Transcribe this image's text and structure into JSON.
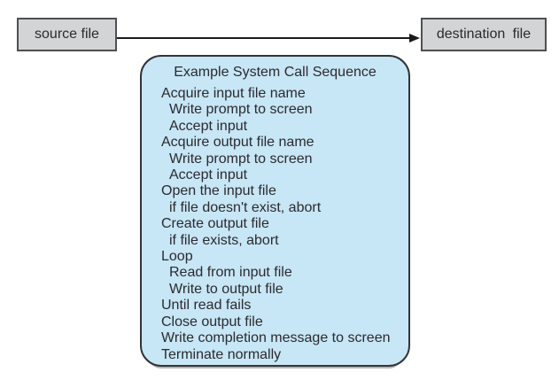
{
  "diagram": {
    "source_box": {
      "label": "source file"
    },
    "destination_box": {
      "label": "destination file"
    },
    "arrow": {
      "direction": "right",
      "color": "#1a1a1a"
    },
    "callout": {
      "title": "Example System Call Sequence",
      "lines": [
        {
          "text": "Acquire input file name",
          "indent": 0
        },
        {
          "text": "Write prompt to screen",
          "indent": 1
        },
        {
          "text": "Accept input",
          "indent": 1
        },
        {
          "text": "Acquire output file name",
          "indent": 0
        },
        {
          "text": "Write prompt to screen",
          "indent": 1
        },
        {
          "text": "Accept input",
          "indent": 1
        },
        {
          "text": "Open the input file",
          "indent": 0
        },
        {
          "text": "if file doesn't exist, abort",
          "indent": 1
        },
        {
          "text": "Create output file",
          "indent": 0
        },
        {
          "text": "if file exists, abort",
          "indent": 1
        },
        {
          "text": "Loop",
          "indent": 0
        },
        {
          "text": "Read from input file",
          "indent": 1
        },
        {
          "text": "Write to output file",
          "indent": 1
        },
        {
          "text": "Until read fails",
          "indent": 0
        },
        {
          "text": "Close output file",
          "indent": 0
        },
        {
          "text": "Write completion message to screen",
          "indent": 0
        },
        {
          "text": "Terminate normally",
          "indent": 0
        }
      ]
    },
    "colors": {
      "box_fill": "#d2d4d5",
      "box_border": "#4e4f51",
      "callout_fill": "#c7e6f6",
      "callout_border": "#333436",
      "arrow": "#1a1a1a",
      "text": "#2b2a2e",
      "background": "#ffffff"
    }
  }
}
